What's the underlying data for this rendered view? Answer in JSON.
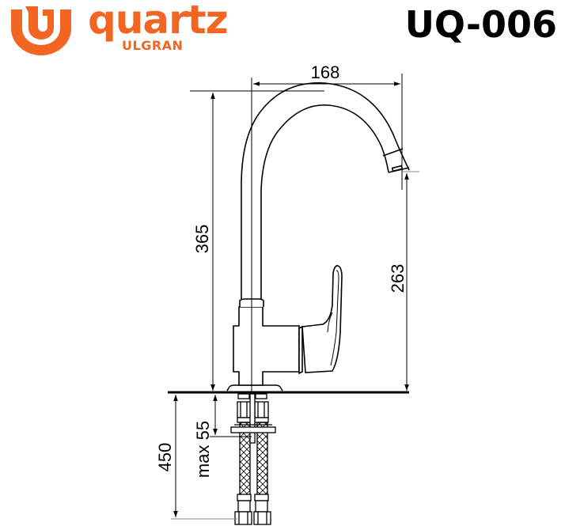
{
  "brand": {
    "name": "quartz",
    "sub": "ULGRAN",
    "color": "#F26522",
    "icon": "ulgran-u-logo-icon"
  },
  "model": "UQ-006",
  "drawing": {
    "subject": "single-lever kitchen faucet with swivel spout, side elevation",
    "line_color": "#000000",
    "dimensions": {
      "spout_reach": "168",
      "total_height": "365",
      "spout_outlet_height": "263",
      "hose_length": "450",
      "max_countertop_thickness": "max 55"
    }
  }
}
